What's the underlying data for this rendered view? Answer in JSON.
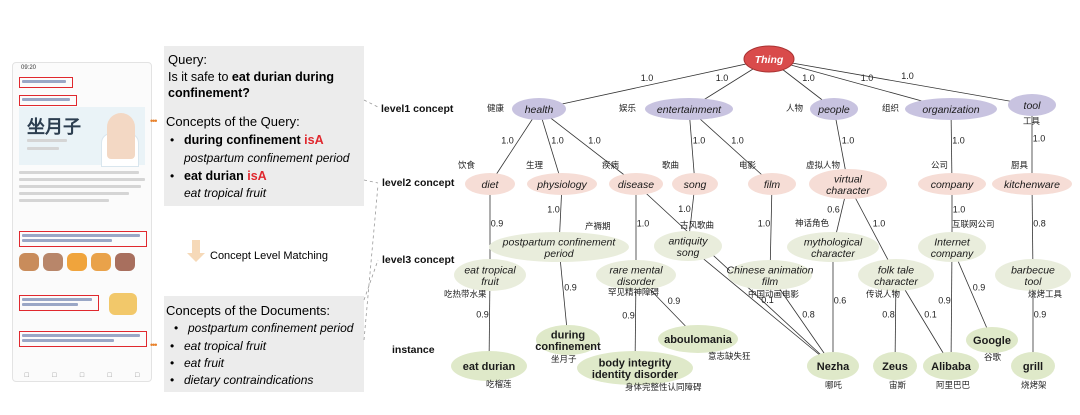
{
  "phone": {
    "time": "09:20",
    "nav_icons": [
      "□",
      "□",
      "□",
      "□",
      "□"
    ]
  },
  "query": {
    "label": "Query:",
    "line1_prefix": "Is it safe to ",
    "line1_bold": "eat durian during",
    "line2_bold": "confinement?"
  },
  "query_concepts": {
    "title": "Concepts of the Query:",
    "items": [
      {
        "subject": "during confinement ",
        "rel": "isA",
        "object": "postpartum confinement period"
      },
      {
        "subject": "eat durian ",
        "rel": "isA",
        "object": "eat tropical fruit"
      }
    ]
  },
  "matching_label": "Concept Level Matching",
  "doc_concepts": {
    "title": "Concepts of the Documents:",
    "items": [
      "postpartum confinement period",
      "eat tropical fruit",
      "eat fruit",
      "dietary contraindications"
    ]
  },
  "levels": {
    "level1": "level1 concept",
    "level2": "level2 concept",
    "level3": "level3 concept",
    "instance": "instance"
  },
  "colors": {
    "root": "#d94b4b",
    "level1": "#c8c3e0",
    "level2": "#f6ddd6",
    "level3": "#e9eddc",
    "instance": "#dfe9c9",
    "orange": "#e8822c",
    "red": "#e0282e"
  },
  "graph": {
    "root": {
      "label": "Thing"
    },
    "level1": [
      {
        "id": "health",
        "label": "health",
        "zh": "健康"
      },
      {
        "id": "entertainment",
        "label": "entertainment",
        "zh": "娱乐"
      },
      {
        "id": "people",
        "label": "people",
        "zh": "人物"
      },
      {
        "id": "organization",
        "label": "organization",
        "zh": "组织"
      },
      {
        "id": "tool",
        "label": "tool",
        "zh": "工具"
      }
    ],
    "level2": [
      {
        "id": "diet",
        "label": "diet",
        "zh": "饮食"
      },
      {
        "id": "physiology",
        "label": "physiology",
        "zh": "生理"
      },
      {
        "id": "disease",
        "label": "disease",
        "zh": "疾病"
      },
      {
        "id": "song",
        "label": "song",
        "zh": "歌曲"
      },
      {
        "id": "film",
        "label": "film",
        "zh": "电影"
      },
      {
        "id": "virtual",
        "label": "virtual character",
        "zh": "虚拟人物"
      },
      {
        "id": "company",
        "label": "company",
        "zh": "公司"
      },
      {
        "id": "kitchenware",
        "label": "kitchenware",
        "zh": "厨具"
      }
    ],
    "level3": [
      {
        "id": "postpartum",
        "label": "postpartum confinement period",
        "zh": "产褥期"
      },
      {
        "id": "tropical",
        "label": "eat tropical fruit",
        "zh": "吃热带水果"
      },
      {
        "id": "rare",
        "label": "rare mental disorder",
        "zh": "罕见精神障碍"
      },
      {
        "id": "antiquity",
        "label": "antiquity song",
        "zh": "古风歌曲"
      },
      {
        "id": "chinese",
        "label": "Chinese animation film",
        "zh": "中国动画电影"
      },
      {
        "id": "myth",
        "label": "mythological character",
        "zh": "神话角色"
      },
      {
        "id": "folk",
        "label": "folk tale character",
        "zh": "传说人物"
      },
      {
        "id": "internet",
        "label": "Internet company",
        "zh": "互联网公司"
      },
      {
        "id": "barbecue",
        "label": "barbecue tool",
        "zh": "烧烤工具"
      }
    ],
    "instances": [
      {
        "id": "eatdurian",
        "label": "eat durian",
        "zh": "吃榴莲"
      },
      {
        "id": "during",
        "label": "during confinement",
        "zh": "坐月子"
      },
      {
        "id": "body",
        "label": "body integrity identity disorder",
        "zh": "身体完整性认同障碍"
      },
      {
        "id": "abou",
        "label": "aboulomania",
        "zh": "意志缺失狂"
      },
      {
        "id": "nezha",
        "label": "Nezha",
        "zh": "哪吒"
      },
      {
        "id": "zeus",
        "label": "Zeus",
        "zh": "宙斯"
      },
      {
        "id": "alibaba",
        "label": "Alibaba",
        "zh": "阿里巴巴"
      },
      {
        "id": "google",
        "label": "Google",
        "zh": "谷歌"
      },
      {
        "id": "grill",
        "label": "grill",
        "zh": "烧烤架"
      }
    ],
    "edges": [
      {
        "from": "root",
        "to": "health",
        "w": "1.0"
      },
      {
        "from": "root",
        "to": "entertainment",
        "w": "1.0"
      },
      {
        "from": "root",
        "to": "people",
        "w": "1.0"
      },
      {
        "from": "root",
        "to": "organization",
        "w": "1.0"
      },
      {
        "from": "root",
        "to": "tool",
        "w": "1.0"
      },
      {
        "from": "health",
        "to": "diet",
        "w": "1.0"
      },
      {
        "from": "health",
        "to": "physiology",
        "w": "1.0"
      },
      {
        "from": "health",
        "to": "disease",
        "w": "1.0"
      },
      {
        "from": "entertainment",
        "to": "song",
        "w": "1.0"
      },
      {
        "from": "entertainment",
        "to": "film",
        "w": "1.0"
      },
      {
        "from": "people",
        "to": "virtual",
        "w": "1.0"
      },
      {
        "from": "organization",
        "to": "company",
        "w": "1.0"
      },
      {
        "from": "tool",
        "to": "kitchenware",
        "w": "1.0"
      },
      {
        "from": "diet",
        "to": "tropical",
        "w": "0.9"
      },
      {
        "from": "physiology",
        "to": "postpartum",
        "w": "1.0"
      },
      {
        "from": "disease",
        "to": "rare",
        "w": "1.0"
      },
      {
        "from": "song",
        "to": "antiquity",
        "w": "1.0"
      },
      {
        "from": "film",
        "to": "chinese",
        "w": "1.0"
      },
      {
        "from": "virtual",
        "to": "myth",
        "w": "0.6"
      },
      {
        "from": "virtual",
        "to": "folk",
        "w": "1.0"
      },
      {
        "from": "company",
        "to": "internet",
        "w": "1.0"
      },
      {
        "from": "kitchenware",
        "to": "barbecue",
        "w": "0.8"
      },
      {
        "from": "tropical",
        "to": "eatdurian",
        "w": "0.9"
      },
      {
        "from": "postpartum",
        "to": "during",
        "w": "0.9"
      },
      {
        "from": "rare",
        "to": "body",
        "w": "0.9"
      },
      {
        "from": "rare",
        "to": "abou",
        "w": "0.9"
      },
      {
        "from": "antiquity",
        "to": "nezha",
        "w": "0.1"
      },
      {
        "from": "chinese",
        "to": "nezha",
        "w": "0.8"
      },
      {
        "from": "myth",
        "to": "nezha",
        "w": "0.6"
      },
      {
        "from": "folk",
        "to": "zeus",
        "w": "0.8"
      },
      {
        "from": "folk",
        "to": "alibaba",
        "w": "0.1"
      },
      {
        "from": "internet",
        "to": "alibaba",
        "w": "0.9"
      },
      {
        "from": "internet",
        "to": "google",
        "w": "0.9"
      },
      {
        "from": "barbecue",
        "to": "grill",
        "w": "0.9"
      },
      {
        "from": "disease",
        "to": "nezha",
        "w": ""
      }
    ]
  }
}
